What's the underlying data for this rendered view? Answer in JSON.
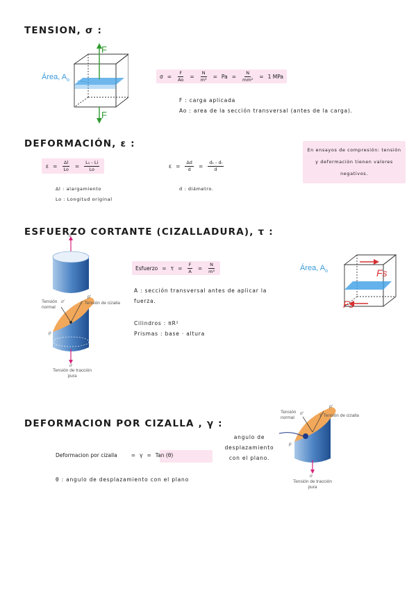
{
  "tension": {
    "title": "TENSION, σ :",
    "area_label": "Área, A",
    "area_sub": "o",
    "force_label": "F",
    "formula": {
      "lhs": "σ",
      "f_num": "F",
      "f_den": "Ao",
      "n_num": "N",
      "n_den": "m²",
      "pa": "Pa",
      "mm_num": "N",
      "mm_den": "mm²",
      "result": "1 MPa"
    },
    "def_f": "F : carga aplicada",
    "def_a": "Ao : area de la sección transversal (antes de la carga)."
  },
  "deformacion": {
    "title": "DEFORMACIÓN, ε :",
    "formula1": {
      "lhs": "ε",
      "a_num": "Δl",
      "a_den": "Lo",
      "b_num": "L₁ - Li",
      "b_den": "Lo"
    },
    "formula2": {
      "lhs": "ε",
      "a_num": "Δd",
      "a_den": "d",
      "b_num": "d₁ - dᵢ",
      "b_den": "d"
    },
    "def_dl": "Δl : alargamiento",
    "def_lo": "Lo : Longitud original",
    "def_d": "d : diámetro.",
    "note": "En ensayos de compresión: tensión y deformación tienen valores negativos."
  },
  "esfuerzo": {
    "title": "ESFUERZO CORTANTE (CIZALLADURA), τ :",
    "formula": {
      "label": "Esfuerzo",
      "tau": "τ",
      "f_num": "F",
      "f_den": "A",
      "n_num": "N",
      "n_den": "m²"
    },
    "def_a": "A : sección transversal antes de aplicar la fuerza.",
    "cilindros": "Cilindros : πR²",
    "prismas": "Prismas : base · altura",
    "fig": {
      "sigma": "σ",
      "p_prime": "p'",
      "tension_normal": "Tensión normal",
      "sigma_prime": "σ'",
      "tau_prime": "τ'",
      "tension_cizalla": "Tensión de cizalla",
      "p": "p",
      "traccion": "Tensión de tracción pura"
    },
    "cube": {
      "area_label": "Área, A",
      "area_sub": "o",
      "fs": "Fs",
      "fs_sub": "s"
    }
  },
  "cizalla": {
    "title": "DEFORMACION POR CIZALLA , γ :",
    "formula": {
      "label": "Deformacion por cizalla",
      "gamma": "γ",
      "tan": "Tan (θ)"
    },
    "def_theta": "θ : angulo de desplazamiento con el plano",
    "angle_note": "angulo de desplazamiento con el plano."
  },
  "colors": {
    "pink_highlight": "#fbe3ef",
    "blue": "#3a9ad9",
    "green": "#2e9a2e",
    "red": "#d63030",
    "orange": "#f0a050",
    "magenta": "#d6207a"
  }
}
